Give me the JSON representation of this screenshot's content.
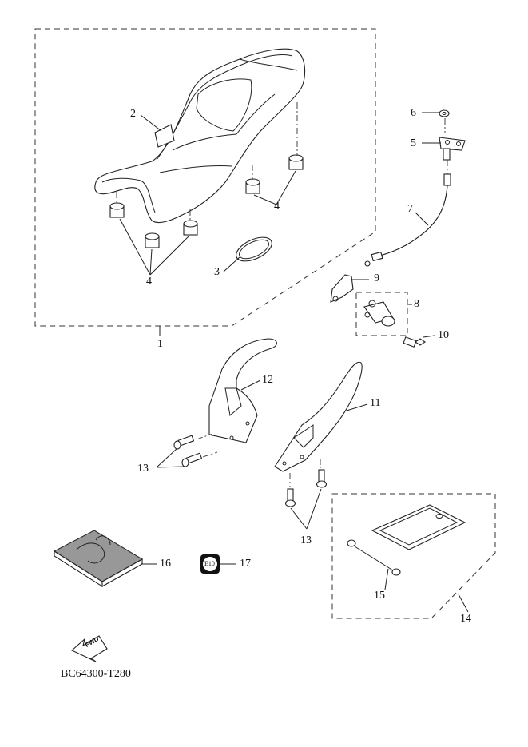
{
  "diagram": {
    "code": "BC64300-T280",
    "fwd_label": "FWD",
    "emblem_text": "E10"
  },
  "callouts": {
    "c1": "1",
    "c2": "2",
    "c3": "3",
    "c4a": "4",
    "c4b": "4",
    "c5": "5",
    "c6": "6",
    "c7": "7",
    "c8": "8",
    "c9": "9",
    "c10": "10",
    "c11": "11",
    "c12": "12",
    "c13a": "13",
    "c13b": "13",
    "c14": "14",
    "c15": "15",
    "c16": "16",
    "c17": "17"
  }
}
